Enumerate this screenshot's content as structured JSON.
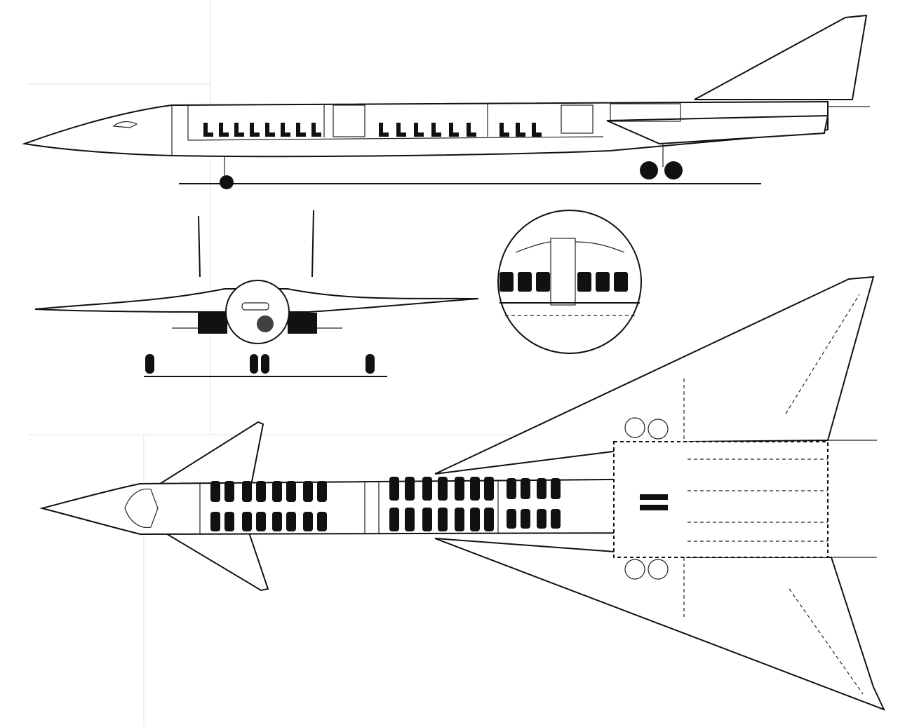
{
  "drawing": {
    "type": "aircraft-three-view",
    "views": [
      "side-view",
      "front-view",
      "cabin-cross-section",
      "top-view"
    ]
  },
  "colors": {
    "ink": "#111111",
    "paper": "#ffffff"
  }
}
